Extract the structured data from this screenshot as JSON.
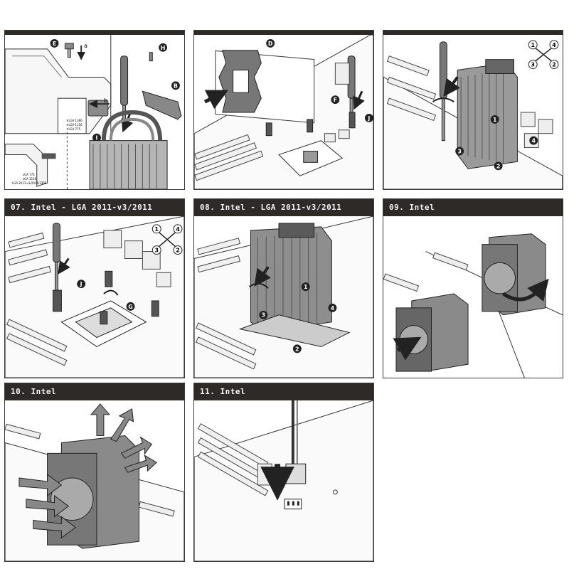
{
  "panels": [
    {
      "id": "p1",
      "title": "",
      "labels": {
        "e": "E",
        "a": "a",
        "b": "b",
        "h": "H",
        "i": "I",
        "b2": "B"
      },
      "small_texts": [
        "LGA 1366",
        "LGA 1156",
        "LGA 775",
        "LGA 775",
        "LGA 1156",
        "LGA 2011-v3/2011/1366"
      ]
    },
    {
      "id": "p2",
      "title": "",
      "labels": {
        "d": "D",
        "f": "F",
        "j": "J"
      }
    },
    {
      "id": "p3",
      "title": "",
      "labels": {
        "n1": "1",
        "n2": "2",
        "n3": "3",
        "n4": "4",
        "s1": "1",
        "s2": "2",
        "s3": "3",
        "s4": "4"
      }
    },
    {
      "id": "p4",
      "title": "07. Intel - LGA 2011-v3/2011",
      "labels": {
        "j": "J",
        "g": "G",
        "s1": "1",
        "s2": "2",
        "s3": "3",
        "s4": "4"
      }
    },
    {
      "id": "p5",
      "title": "08. Intel - LGA 2011-v3/2011",
      "labels": {
        "n1": "1",
        "n2": "2",
        "n3": "3",
        "n4": "4"
      }
    },
    {
      "id": "p6",
      "title": "09. Intel",
      "labels": {}
    },
    {
      "id": "p7",
      "title": "10. Intel",
      "labels": {}
    },
    {
      "id": "p8",
      "title": "11. Intel",
      "labels": {}
    }
  ],
  "colors": {
    "header": "#2e2a27",
    "line": "#3a3a3a",
    "fill_gray": "#9a9a9a",
    "fill_dark": "#5a5a5a",
    "badge": "#222222"
  }
}
